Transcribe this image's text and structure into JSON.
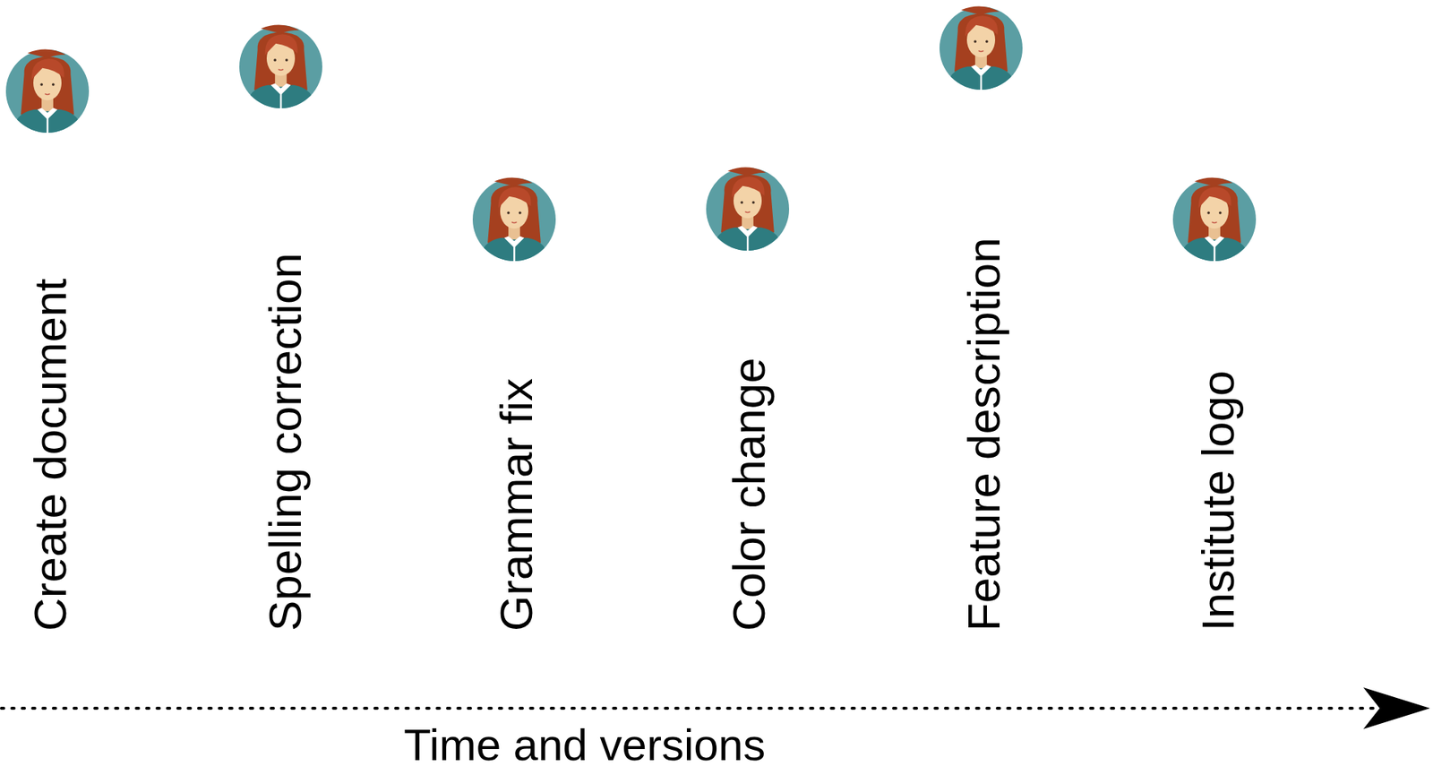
{
  "diagram": {
    "labels": [
      "Create document",
      "Spelling correction",
      "Grammar fix",
      "Color change",
      "Feature description",
      "Institute logo",
      "Time and versions"
    ]
  }
}
